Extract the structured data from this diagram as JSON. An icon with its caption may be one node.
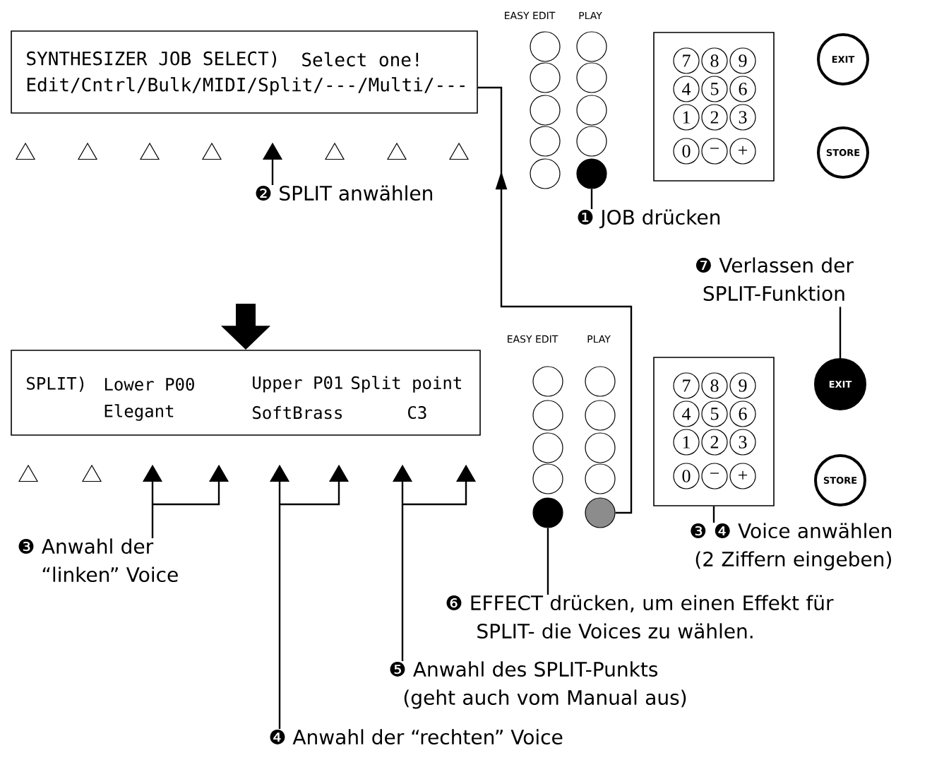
{
  "diagram": {
    "nodes": [
      {
        "text": [
          "SYNTHESIZER JOB SELECT)",
          "Select one!",
          "Edit/Cntrl/Bulk/MIDI/Split/---/Multi/---"
        ]
      },
      {
        "text": [],
        "shape": "triangle"
      },
      {
        "text": [
          "❷ SPLIT anwählen"
        ]
      },
      {
        "text": [],
        "shape": "circle"
      },
      {
        "text": [
          "❶ JOB drücken"
        ]
      },
      {
        "text": [],
        "shape": "box"
      },
      {
        "text": [
          "7"
        ],
        "in": 5
      },
      {
        "text": [
          "8"
        ],
        "in": 5
      },
      {
        "text": [
          "9"
        ],
        "in": 5
      },
      {
        "text": [
          "4"
        ],
        "in": 5
      },
      {
        "text": [
          "5"
        ],
        "in": 5
      },
      {
        "text": [
          "6"
        ],
        "in": 5
      },
      {
        "text": [
          "1"
        ],
        "in": 5
      },
      {
        "text": [
          "2"
        ],
        "in": 5
      },
      {
        "text": [
          "3"
        ],
        "in": 5
      },
      {
        "text": [
          "0"
        ],
        "in": 5
      },
      {
        "text": [
          "−"
        ],
        "in": 5
      },
      {
        "text": [
          "+"
        ],
        "in": 5
      },
      {
        "text": [
          "EXIT"
        ]
      },
      {
        "text": [
          "STORE"
        ]
      },
      {
        "text": [
          "SPLIT)",
          "Lower P00",
          "Upper P01",
          "Split point",
          "Elegant",
          "SoftBrass",
          "C3"
        ]
      },
      {
        "text": [],
        "shape": "triangle"
      },
      {
        "text": [],
        "shape": "triangle"
      },
      {
        "text": [],
        "shape": "triangle"
      },
      {
        "text": [],
        "shape": "triangle"
      },
      {
        "text": [],
        "shape": "triangle"
      },
      {
        "text": [],
        "shape": "triangle"
      },
      {
        "text": [
          "❸ Anwahl der “linken” Voice"
        ]
      },
      {
        "text": [
          "❹ Anwahl der “rechten” Voice"
        ]
      },
      {
        "text": [
          "❺ Anwahl des SPLIT-Punkts (geht auch vom Manual aus)"
        ]
      },
      {
        "text": [],
        "shape": "circle"
      },
      {
        "text": [],
        "shape": "circle"
      },
      {
        "text": [
          "❻ EFFECT drücken, um einen Effekt für SPLIT- die Voices zu wählen."
        ]
      },
      {
        "text": [],
        "shape": "box"
      },
      {
        "text": [
          "7"
        ],
        "in": 33
      },
      {
        "text": [
          "8"
        ],
        "in": 33
      },
      {
        "text": [
          "9"
        ],
        "in": 33
      },
      {
        "text": [
          "4"
        ],
        "in": 33
      },
      {
        "text": [
          "5"
        ],
        "in": 33
      },
      {
        "text": [
          "6"
        ],
        "in": 33
      },
      {
        "text": [
          "1"
        ],
        "in": 33
      },
      {
        "text": [
          "2"
        ],
        "in": 33
      },
      {
        "text": [
          "3"
        ],
        "in": 33
      },
      {
        "text": [
          "0"
        ],
        "in": 33
      },
      {
        "text": [
          "−"
        ],
        "in": 33
      },
      {
        "text": [
          "+"
        ],
        "in": 33
      },
      {
        "text": [
          "EXIT"
        ]
      },
      {
        "text": [
          "STORE"
        ]
      },
      {
        "text": [
          "❼ Verlassen der SPLIT-Funktion"
        ]
      },
      {
        "text": [
          "❸ ❹ Voice anwählen (2 Ziffern eingeben)"
        ]
      },
      {
        "text": [],
        "shape": "circle"
      },
      {
        "text": [],
        "shape": "circle"
      },
      {
        "text": [],
        "shape": "circle"
      },
      {
        "text": [],
        "shape": "circle"
      },
      {
        "text": [],
        "shape": "circle"
      },
      {
        "text": [],
        "shape": "circle"
      },
      {
        "text": [],
        "shape": "circle"
      },
      {
        "text": [],
        "shape": "circle"
      },
      {
        "text": [],
        "shape": "circle"
      },
      {
        "text": [],
        "shape": "circle"
      },
      {
        "text": [],
        "shape": "circle"
      },
      {
        "text": [],
        "shape": "circle"
      },
      {
        "text": [],
        "shape": "circle"
      },
      {
        "text": [],
        "shape": "circle"
      },
      {
        "text": [],
        "shape": "circle"
      },
      {
        "text": [],
        "shape": "circle"
      },
      {
        "text": [],
        "shape": "circle"
      },
      {
        "text": [],
        "shape": "triangle"
      },
      {
        "text": [],
        "shape": "triangle"
      },
      {
        "text": [],
        "shape": "triangle"
      },
      {
        "text": [],
        "shape": "triangle"
      },
      {
        "text": [],
        "shape": "triangle"
      },
      {
        "text": [],
        "shape": "triangle"
      },
      {
        "text": [],
        "shape": "triangle"
      },
      {
        "text": [],
        "shape": "triangle"
      },
      {
        "text": [],
        "shape": "triangle"
      }
    ],
    "edges": [
      {
        "from": 2,
        "to": 1,
        "arrow": "none"
      },
      {
        "from": 4,
        "to": 3,
        "arrow": "none"
      },
      {
        "from": 31,
        "to": 0,
        "arrow": "to"
      },
      {
        "from": null,
        "to": 20,
        "arrow": "to",
        "style": "thick"
      },
      {
        "from": 27,
        "to": 21,
        "arrow": "none"
      },
      {
        "from": 27,
        "to": 22,
        "arrow": "none"
      },
      {
        "from": 28,
        "to": 23,
        "arrow": "none"
      },
      {
        "from": 28,
        "to": 24,
        "arrow": "none"
      },
      {
        "from": 29,
        "to": 25,
        "arrow": "none"
      },
      {
        "from": 29,
        "to": 26,
        "arrow": "none"
      },
      {
        "from": 32,
        "to": 30,
        "arrow": "none"
      },
      {
        "from": 49,
        "to": 33,
        "arrow": "none"
      },
      {
        "from": 48,
        "to": 46,
        "arrow": "none"
      }
    ],
    "labels": [
      "EASY EDIT",
      "PLAY",
      "EASY EDIT",
      "PLAY"
    ]
  }
}
